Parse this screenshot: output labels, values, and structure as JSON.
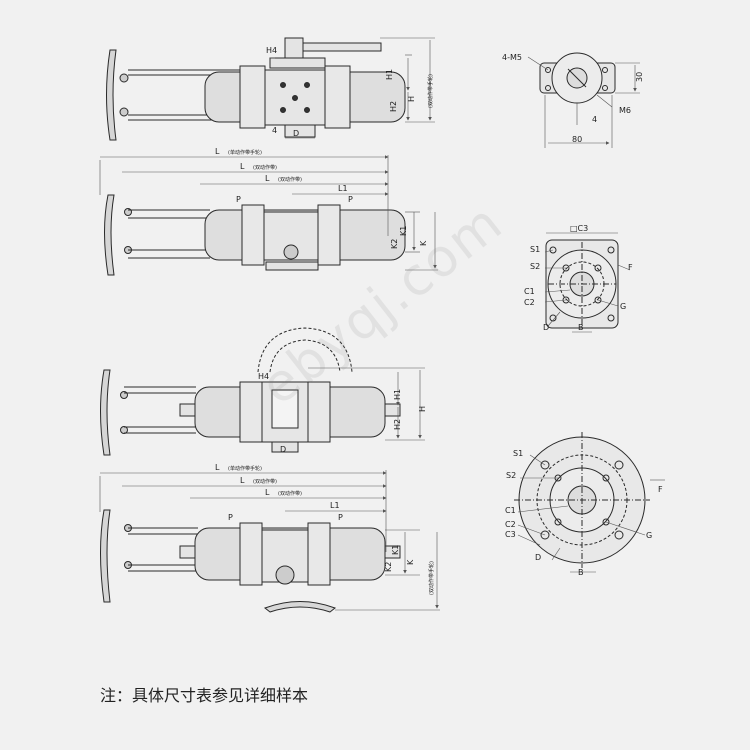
{
  "colors": {
    "background": "#f1f1f1",
    "line": "#2a2a2a",
    "dim": "#555555",
    "fill": "#dedede"
  },
  "note": "注：具体尺寸表参见详细样本",
  "watermark": "ebyqj.com",
  "labels": {
    "h4": "H4",
    "h1": "H1",
    "h2": "H2",
    "h": "H",
    "h_note": "(双动作带手轮)",
    "d": "D",
    "four": "4",
    "l": "L",
    "l_spring": "(单动作带手轮)",
    "l_double": "(双动作带)",
    "l_double2": "(双动作带)",
    "l1": "L1",
    "p": "P",
    "k1": "K1",
    "k2": "K2",
    "k": "K",
    "k_note": "(双动作带手轮)",
    "m5": "4-M5",
    "dim30": "30",
    "m6": "M6",
    "dim80": "80",
    "c3": "□C3",
    "s1": "S1",
    "s2": "S2",
    "f": "F",
    "c1": "C1",
    "c2": "C2",
    "g": "G",
    "b": "B",
    "c3b": "C3"
  }
}
